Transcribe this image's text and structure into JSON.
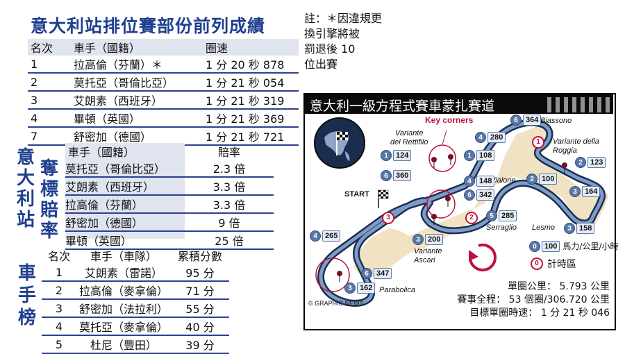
{
  "title": "意大利站排位賽部份前列成績",
  "note": [
    "註：＊因違規更",
    "換引擎將被",
    "罰退後 10",
    "位出賽"
  ],
  "qualifying": {
    "headers": [
      "名次",
      "車手（國籍）",
      "圈速"
    ],
    "rows": [
      {
        "pos": "1",
        "driver": "拉高倫（芬蘭）＊",
        "time": "1 分 20 秒 878"
      },
      {
        "pos": "2",
        "driver": "莫托亞（哥倫比亞）",
        "time": "1 分 21 秒 054"
      },
      {
        "pos": "3",
        "driver": "艾朗素（西班牙）",
        "time": "1 分 21 秒 319"
      },
      {
        "pos": "4",
        "driver": "畢頓（英國）",
        "time": "1 分 21 秒 369"
      },
      {
        "pos": "7",
        "driver": "舒密加（德國）",
        "time": "1 分 21 秒 721"
      }
    ]
  },
  "odds": {
    "vertical_a": [
      "意",
      "大",
      "利",
      "站"
    ],
    "vertical_b": [
      "奪",
      "標",
      "賠",
      "率"
    ],
    "headers": [
      "車手（國籍）",
      "賠率"
    ],
    "rows": [
      {
        "driver": "莫托亞（哥倫比亞）",
        "odds": "2.3 倍"
      },
      {
        "driver": "艾朗素（西班牙）",
        "odds": "3.3 倍"
      },
      {
        "driver": "拉高倫（芬蘭）",
        "odds": "3.3 倍"
      },
      {
        "driver": "舒密加（德國）",
        "odds": "9 倍"
      },
      {
        "driver": "畢頓（英國）",
        "odds": "25 倍"
      }
    ]
  },
  "standings": {
    "vertical": [
      "車",
      "手",
      "榜"
    ],
    "headers": [
      "名次",
      "車手（車隊）",
      "累積分數"
    ],
    "rows": [
      {
        "pos": "1",
        "driver": "艾朗素（雷諾）",
        "pts": "95 分"
      },
      {
        "pos": "2",
        "driver": "拉高倫（麥拿倫）",
        "pts": "71 分"
      },
      {
        "pos": "3",
        "driver": "舒密加（法拉利）",
        "pts": "55 分"
      },
      {
        "pos": "4",
        "driver": "莫托亞（麥拿倫）",
        "pts": "40 分"
      },
      {
        "pos": "5",
        "driver": "杜尼（豐田）",
        "pts": "39 分"
      }
    ]
  },
  "map": {
    "title": "意大利一級方程式賽車蒙扎賽道",
    "key_corners": "Key corners",
    "start": "START",
    "corners": {
      "rettifilo": "Variante\ndel Rettifilo",
      "biassono": "Biassono",
      "roggia": "Variante della\nRoggia",
      "vialone": "Vialone",
      "serraglio": "Serraglio",
      "lesmo": "Lesmo",
      "ascari": "Variante\nAscari",
      "parabolica": "Parabolica"
    },
    "badges": [
      {
        "gear": "6",
        "speed": "364"
      },
      {
        "gear": "4",
        "speed": "280"
      },
      {
        "gear": "1",
        "speed": "124"
      },
      {
        "gear": "1",
        "speed": "108"
      },
      {
        "gear": "6",
        "speed": "360"
      },
      {
        "gear": "2",
        "speed": "123"
      },
      {
        "gear": "2",
        "speed": "100"
      },
      {
        "gear": "4",
        "speed": "148"
      },
      {
        "gear": "6",
        "speed": "342"
      },
      {
        "gear": "3",
        "speed": "164"
      },
      {
        "gear": "5",
        "speed": "285"
      },
      {
        "gear": "3",
        "speed": "158"
      },
      {
        "gear": "4",
        "speed": "265"
      },
      {
        "gear": "3",
        "speed": "200"
      },
      {
        "gear": "6",
        "speed": "347"
      },
      {
        "gear": "3",
        "speed": "162"
      }
    ],
    "zones": [
      "1",
      "2",
      "3"
    ],
    "legend": {
      "badge_gear": "0",
      "badge_speed": "100",
      "badge_label": "馬力/公里/小時",
      "zone_num": "0",
      "zone_label": "計時區"
    },
    "stats": [
      "單圈公里： 5.793 公里",
      "賽事全程： 53 個圈/306.720 公里",
      "目標單圈時速： 1 分 21 秒 046"
    ],
    "credit": "© GRAPHIC NEWS"
  },
  "colors": {
    "accent": "#1f3f8f",
    "rule": "#2e3f8e",
    "track": "#4a6a96",
    "highlight": "#c0103a"
  }
}
